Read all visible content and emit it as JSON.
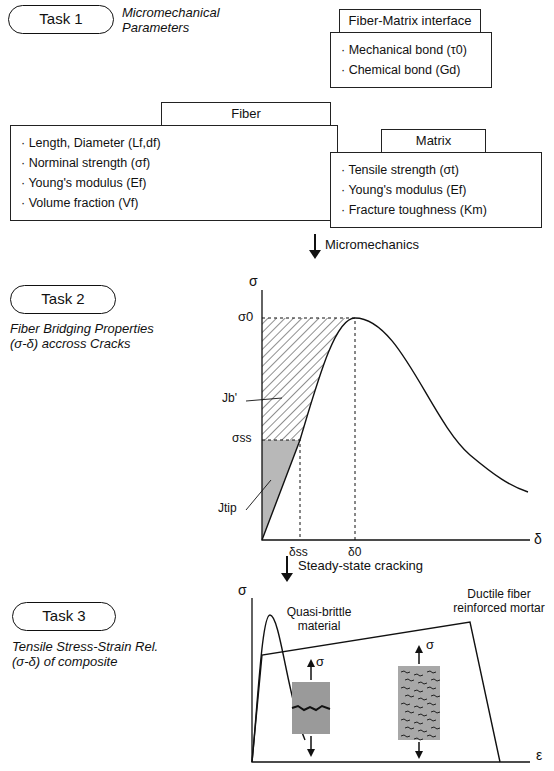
{
  "diagram": {
    "nodes": [
      {
        "text": [
          "Task 1"
        ]
      },
      {
        "text": [
          "Fiber-Matrix interface",
          "· Mechanical bond (τ0)",
          "· Chemical bond (Gd)"
        ]
      },
      {
        "text": [
          "Fiber",
          "· Length, Diameter (Lf,df)",
          "· Norminal strength (σf)",
          "· Young's modulus (Ef)",
          "· Volume fraction (Vf)"
        ]
      },
      {
        "text": [
          "Matrix",
          "· Tensile strength (σt)",
          "· Young's modulus (Ef)",
          "· Fracture toughness (Km)"
        ]
      },
      {
        "text": [
          "Task 2"
        ]
      },
      {
        "text": [
          "Task 3"
        ]
      }
    ],
    "labels": [
      "Micromechanical Parameters",
      "Micromechanics",
      "Fiber Bridging Properties (σ-δ) accross Cracks",
      "σ",
      "σ0",
      "Jb'",
      "σss",
      "Jtip",
      "δss",
      "δ0",
      "δ",
      "Steady-state cracking",
      "Tensile Stress-Strain Rel. (σ-δ) of composite",
      "σ",
      "Quasi-brittle material",
      "Ductile fiber reinforced mortar",
      "σ",
      "σ",
      "ε"
    ]
  }
}
